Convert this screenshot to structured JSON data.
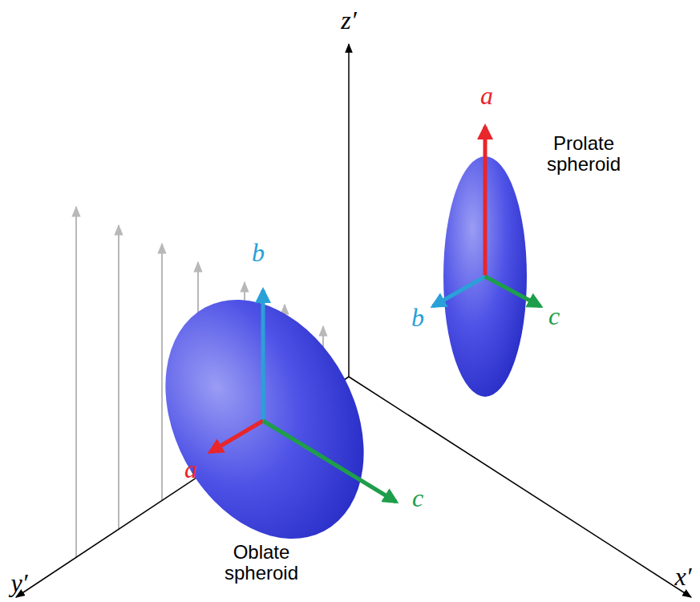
{
  "diagram": {
    "labels": [
      "z′",
      "y′",
      "x′",
      "a",
      "b",
      "c",
      "Prolate spheroid",
      "a",
      "b",
      "c",
      "Oblate spheroid"
    ]
  }
}
